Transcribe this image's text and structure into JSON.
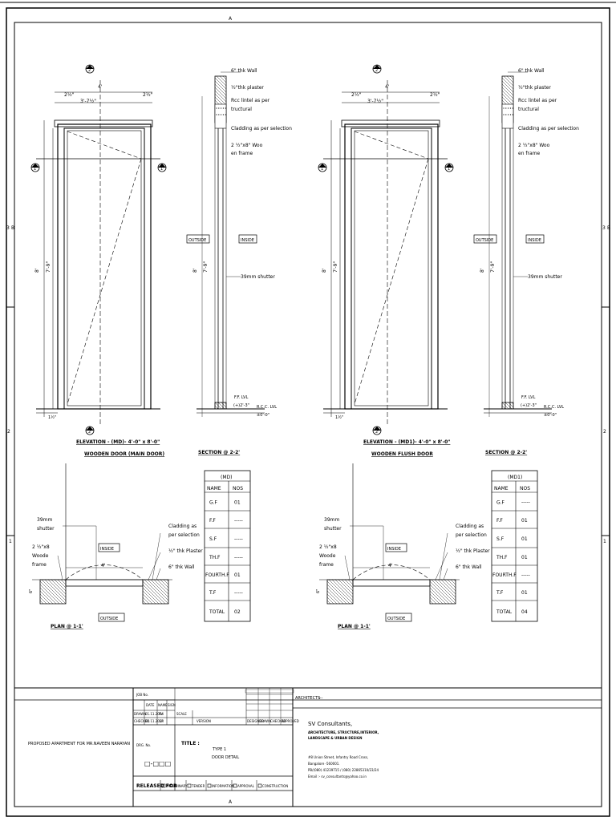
{
  "border": {
    "zone_top": "A",
    "zone_bottom": "A",
    "zone_left_3": "3",
    "zone_right_3": "3",
    "zone_left_2": "2",
    "zone_right_2": "2",
    "zone_left_1": "1",
    "zone_right_1": "1",
    "zone_right_b": "B",
    "zone_left_b": "B"
  },
  "panels": [
    {
      "elevation_title": "ELEVATION - (MD)- 4'-0\" x 8'-0\"",
      "elevation_subtitle": "WOODEN DOOR (MAIN DOOR)",
      "width_dim": "4'",
      "clear_dim": "3'-7½\"",
      "jamb_left": "2½\"",
      "jamb_right": "2½\"",
      "height_outer": "8'",
      "height_inner": "7'-9\"",
      "bottom_dim": "1½\"",
      "section_mark_top": "2",
      "section_mark_bottom": "2'",
      "plan_mark_left": "1",
      "plan_mark_right": "1'",
      "section_title": "SECTION @ 2-2'",
      "section_labels": {
        "wall": "6\" thk Wall",
        "plaster": "½\"thk plaster",
        "lintel": "Rcc lintel as per structural",
        "cladding": "Cladding as per selection",
        "frame": "2 ½\"x8\" Wooden frame",
        "outside": "OUTSIDE",
        "inside": "INSIDE",
        "shutter": "39mm shutter",
        "ff_lvl": "F.F. LVL",
        "ff_val": "(+)2'-3\"",
        "rcc_lvl": "R.C.C. LVL",
        "rcc_val": "±0'-0\""
      },
      "plan_title": "PLAN @ 1-1'",
      "plan_labels": {
        "shutter": "39mm shutter",
        "frame": "2 ½\"x8\" Wooden frame",
        "cladding": "Cladding as per selection",
        "plaster": "½\" thk Plaster",
        "wall": "6\" thk Wall",
        "inside": "INSIDE",
        "outside": "OUTSIDE",
        "width": "4'",
        "thk": "6\""
      },
      "schedule": {
        "type": "(MD)",
        "headers": [
          "NAME",
          "NOS"
        ],
        "rows": [
          [
            "G.F",
            "01"
          ],
          [
            "F.F",
            "-----"
          ],
          [
            "S.F",
            "-----"
          ],
          [
            "TH.F",
            "-----"
          ],
          [
            "FOURTH.F",
            "01"
          ],
          [
            "T.F",
            "-----"
          ],
          [
            "TOTAL",
            "02"
          ]
        ]
      }
    },
    {
      "elevation_title": "ELEVATION - (MD1)- 4'-0\" x 8'-0\"",
      "elevation_subtitle": "WOODEN FLUSH DOOR",
      "width_dim": "4'",
      "clear_dim": "3'-7½\"",
      "jamb_left": "2½\"",
      "jamb_right": "2½\"",
      "height_outer": "8'",
      "height_inner": "7'-9\"",
      "bottom_dim": "1½\"",
      "section_mark_top": "2",
      "section_mark_bottom": "2'",
      "plan_mark_left": "1",
      "plan_mark_right": "1'",
      "section_title": "SECTION @ 2-2'",
      "section_labels": {
        "wall": "6\" thk Wall",
        "plaster": "½\"thk plaster",
        "lintel": "Rcc lintel as per structural",
        "cladding": "Cladding as per selection",
        "frame": "2 ½\"x8\" Wooden frame",
        "outside": "OUTSIDE",
        "inside": "INSIDE",
        "shutter": "39mm shutter",
        "ff_lvl": "F.F. LVL",
        "ff_val": "(+)2'-3\"",
        "rcc_lvl": "R.C.C. LVL",
        "rcc_val": "±0'-0\""
      },
      "plan_title": "PLAN @ 1-1'",
      "plan_labels": {
        "shutter": "39mm shutter",
        "frame": "2 ½\"x8\" Wooden frame",
        "cladding": "Cladding as per selection",
        "plaster": "½\" thk Plaster",
        "wall": "6\" thk Wall",
        "inside": "INSIDE",
        "outside": "OUTSIDE",
        "width": "4'",
        "thk": "6\""
      },
      "schedule": {
        "type": "(MD1)",
        "headers": [
          "NAME",
          "NOS"
        ],
        "rows": [
          [
            "G.F",
            "-----"
          ],
          [
            "F.F",
            "01"
          ],
          [
            "S.F",
            "01"
          ],
          [
            "TH.F",
            "01"
          ],
          [
            "FOURTH.F",
            "-----"
          ],
          [
            "T.F",
            "01"
          ],
          [
            "TOTAL",
            "04"
          ]
        ]
      }
    }
  ],
  "title_block": {
    "project": "PROPOSED APARTMENT FOR MR.NAVEEN NARAYAN",
    "job_no_label": "JOB No.",
    "date_label": "DATE",
    "name_label": "NAME",
    "sign_label": "SIGN",
    "drawn_label": "DRAWN",
    "checked_label": "CHECKED",
    "drawn_date": "01.11.2014",
    "checked_date": "01.11.2014",
    "drawn_name": "PV",
    "checked_name": "GP",
    "drg_no_label": "DRG. No.",
    "drg_no": "□-□□□",
    "scale_label": "SCALE",
    "version_label": "VERSION",
    "rev_headers": [
      "DESIGNED",
      "DRAWN",
      "CHECKED",
      "APPROVED"
    ],
    "title_label": "TITLE :",
    "title_line1": "TYPE 1",
    "title_line2": "DOOR DETAIL",
    "released_label": "RELEASED FOR",
    "released_opts": [
      "PRELIMINARY",
      "TENDER",
      "INFORMATION",
      "APPROVAL",
      "CONSTRUCTION"
    ],
    "architects_label": "ARCHITECTS",
    "architects_value": "---",
    "firm_name": "SV Consultants,",
    "firm_desc1": "ARCHITECTURE, STRUCTURE,INTERIOR,",
    "firm_desc2": "LANDSCAPE & URBAN DESIGN",
    "address1": "#8 Union Street, Infantry Road Cross,",
    "address2": "Bangalore -560001.",
    "phone": "PB/(080) 41239715 / (080) 22865310/23/24",
    "email": "Email :- sv_consultants@yahoo.co.in"
  }
}
